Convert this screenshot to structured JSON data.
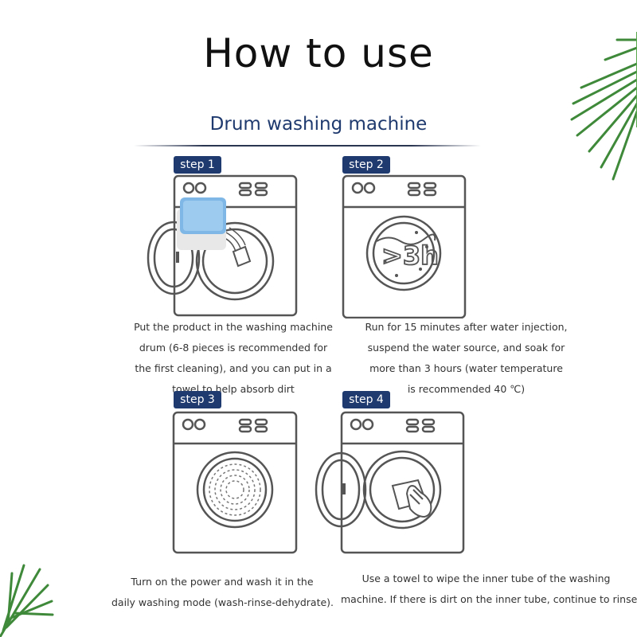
{
  "title": "How to use",
  "subtitle": "Drum washing machine",
  "steps": [
    {
      "badge": "step 1",
      "lines": [
        "Put the product in the washing machine",
        "drum (6-8 pieces is recommended for",
        "the first cleaning), and you can put in a",
        "towel to help absorb dirt"
      ]
    },
    {
      "badge": "step 2",
      "dial_text": ">3h",
      "lines": [
        "Run for 15 minutes after water injection,",
        "suspend the water source, and soak for",
        "more than 3 hours (water temperature",
        "is recommended 40 ℃)"
      ]
    },
    {
      "badge": "step 3",
      "lines": [
        "Turn on the power and wash it in the",
        "daily washing mode (wash-rinse-dehydrate)."
      ]
    },
    {
      "badge": "step 4",
      "lines": [
        "Use a towel to wipe the inner tube of the washing",
        "machine. If there is dirt on the inner tube, continue to rinse."
      ]
    }
  ],
  "colors": {
    "accent": "#1f3a6e",
    "machine_stroke": "#555555",
    "tablet_blue": "#7fb8e6",
    "leaf_green": "#3f8a3a"
  }
}
